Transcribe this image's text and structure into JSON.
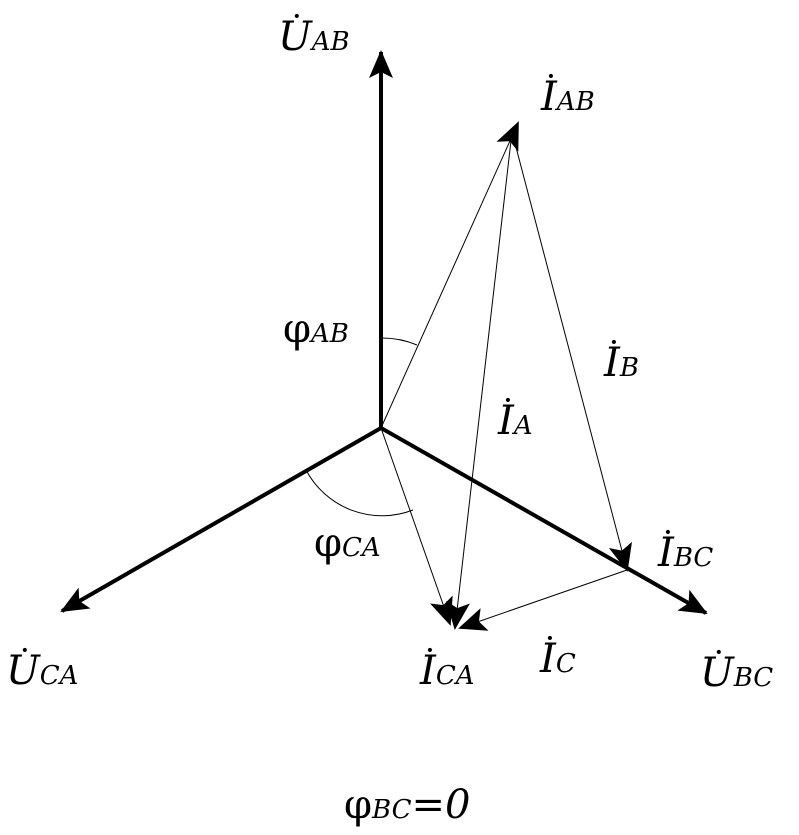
{
  "labels": {
    "u_ab": {
      "main": "U",
      "sub": "AB"
    },
    "u_bc": {
      "main": "U",
      "sub": "BC"
    },
    "u_ca": {
      "main": "U",
      "sub": "CA"
    },
    "i_ab": {
      "main": "I",
      "sub": "AB"
    },
    "i_bc": {
      "main": "I",
      "sub": "BC"
    },
    "i_ca": {
      "main": "I",
      "sub": "CA"
    },
    "i_a": {
      "main": "I",
      "sub": "A"
    },
    "i_b": {
      "main": "I",
      "sub": "B"
    },
    "i_c": {
      "main": "I",
      "sub": "C"
    },
    "phi_ab": {
      "main": "φ",
      "sub": "AB"
    },
    "phi_ca": {
      "main": "φ",
      "sub": "CA"
    },
    "phi_bc": {
      "main": "φ",
      "sub": "BC",
      "rest": "=0"
    }
  },
  "dot": "·",
  "colors": {
    "stroke": "#000000",
    "background": "#ffffff"
  }
}
